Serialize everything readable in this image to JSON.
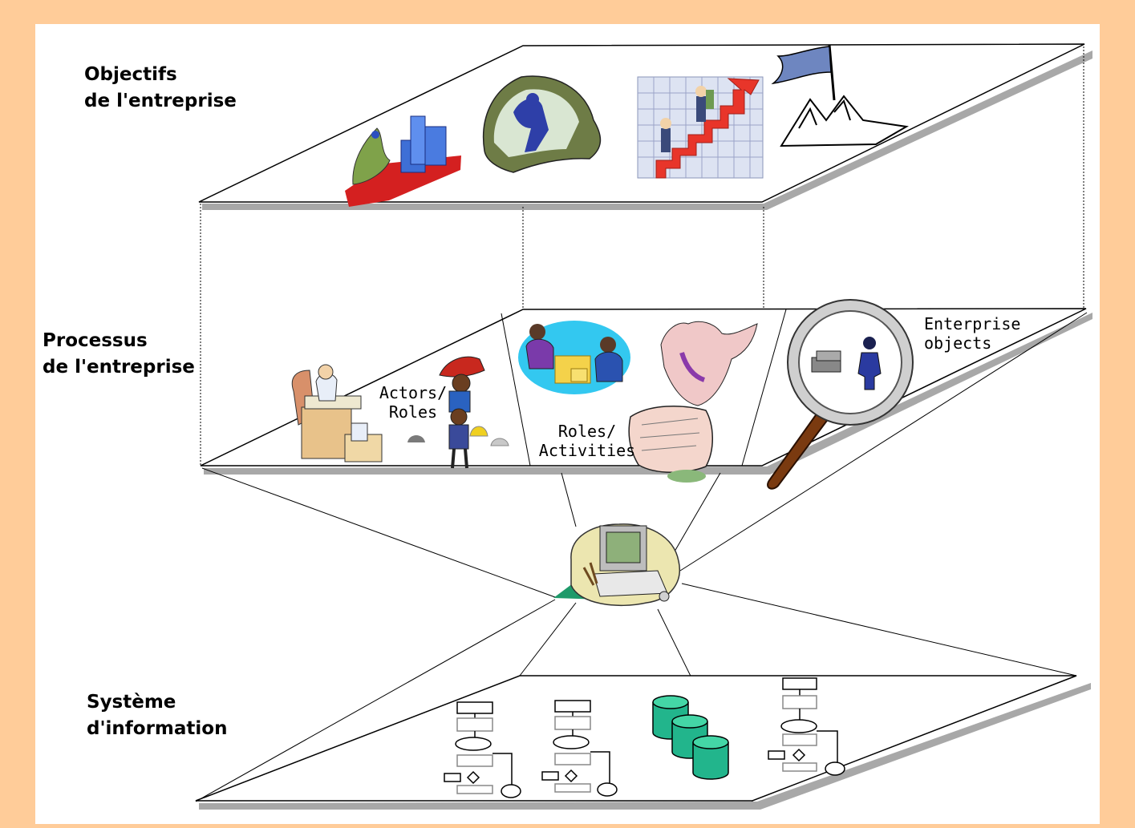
{
  "layers": {
    "top": {
      "line1": "Objectifs",
      "line2": "de l'entreprise"
    },
    "middle": {
      "line1": "Processus",
      "line2": "de l'entreprise"
    },
    "bottom": {
      "line1": "Système",
      "line2": "d'information"
    }
  },
  "middle_panels": {
    "actors": {
      "line1": "Actors/",
      "line2": "Roles"
    },
    "activities": {
      "line1": "Roles/",
      "line2": "Activities"
    },
    "objects": {
      "line1": "Enterprise",
      "line2": "objects"
    }
  },
  "colors": {
    "background": "#FFCC99",
    "canvas": "#FFFFFF",
    "shadow": "#A8A8A8",
    "database": "#22B58C",
    "arrow": "#E8352A"
  }
}
